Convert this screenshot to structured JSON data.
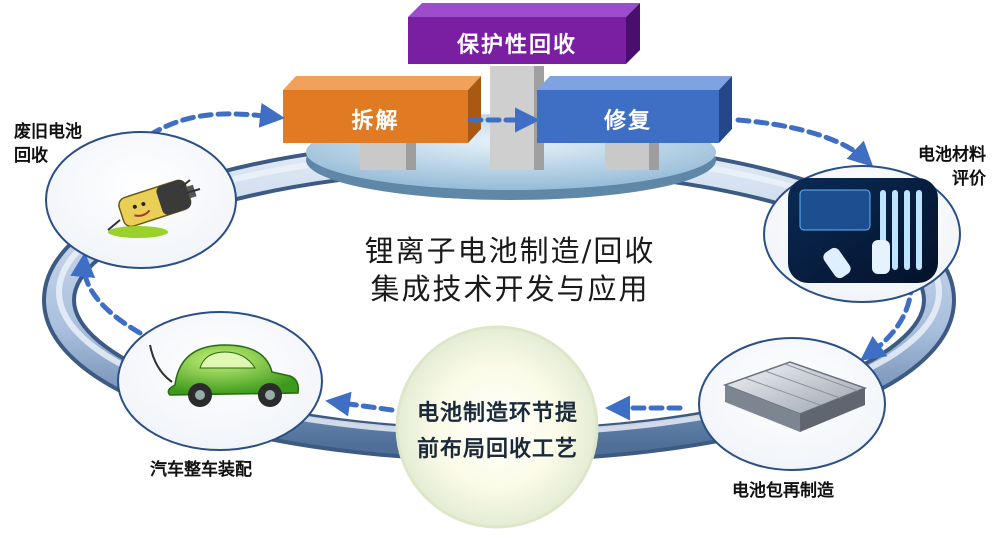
{
  "center_title": {
    "line1": "锂离子电池制造/回收",
    "line2": "集成技术开发与应用"
  },
  "boxes": {
    "top": "保护性回收",
    "left": "拆解",
    "right": "修复"
  },
  "nodes": {
    "waste_battery": {
      "line1": "废旧电池",
      "line2": "回收"
    },
    "material_eval": {
      "line1": "电池材料",
      "line2": "评价"
    },
    "pack_remanufacture": "电池包再制造",
    "vehicle_assembly": "汽车整车装配"
  },
  "core": {
    "line1": "电池制造环节提",
    "line2": "前布局回收工艺"
  },
  "colors": {
    "top_box": "#7b1fa2",
    "left_box": "#e07b23",
    "right_box": "#3f6fc4",
    "arrow": "#3f6fc4",
    "ring": "#b9cce6"
  }
}
